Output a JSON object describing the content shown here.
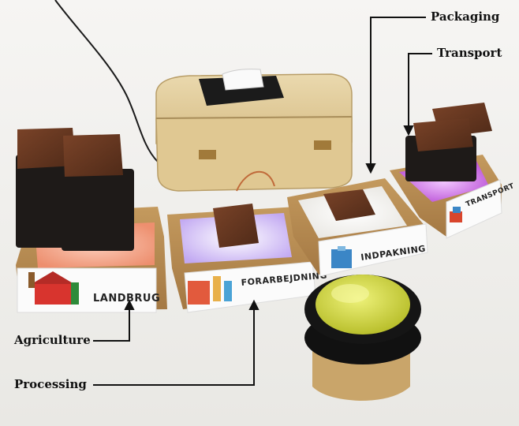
{
  "annotations": {
    "packaging": "Packaging",
    "transport": "Transport",
    "agriculture": "Agriculture",
    "processing": "Processing"
  },
  "box_labels": {
    "landbrug": "LANDBRUG",
    "forarbejdning": "FORARBEJDNING",
    "indpakning": "INDPAKNING",
    "transport": "TRANSPORT"
  },
  "colors": {
    "wood_box": "#e4cf9f",
    "tile_wood": "#6b3a22",
    "cardboard": "#b98a4e",
    "button_yellow": "#dfe44a",
    "glow_agriculture": "#f4a084",
    "glow_processing": "#c9b6f3",
    "glow_transport": "#c66be0"
  }
}
